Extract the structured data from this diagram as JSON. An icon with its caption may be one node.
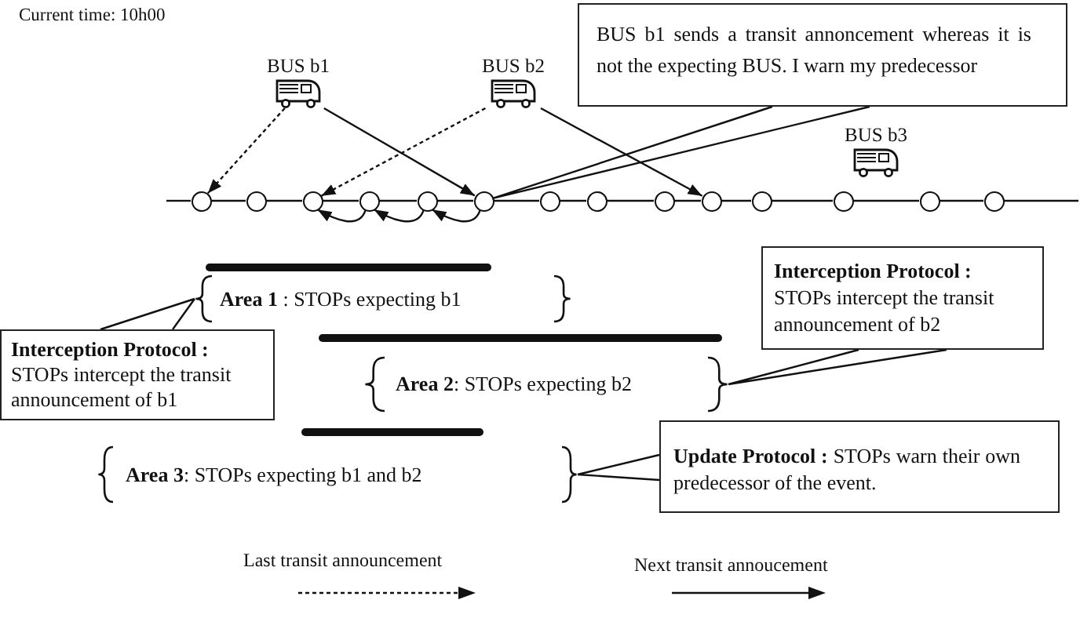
{
  "diagram": {
    "nodes": [
      {
        "text": [
          "BUS b1"
        ]
      },
      {
        "text": [
          "BUS b2"
        ]
      },
      {
        "text": [
          "BUS b1 sends a transit annoncement whereas it is not the expecting BUS. I warn my predecessor"
        ]
      },
      {
        "text": [
          "BUS b3"
        ]
      },
      {
        "text": [],
        "shape": "circle"
      },
      {
        "text": [],
        "shape": "circle"
      },
      {
        "text": [],
        "shape": "circle"
      },
      {
        "text": [],
        "shape": "circle"
      },
      {
        "text": [],
        "shape": "circle"
      },
      {
        "text": [],
        "shape": "circle"
      },
      {
        "text": [],
        "shape": "circle"
      },
      {
        "text": [],
        "shape": "circle"
      },
      {
        "text": [],
        "shape": "circle"
      },
      {
        "text": [],
        "shape": "circle"
      },
      {
        "text": [],
        "shape": "circle"
      },
      {
        "text": [],
        "shape": "circle"
      },
      {
        "text": [],
        "shape": "circle"
      },
      {
        "text": [],
        "shape": "circle"
      },
      {
        "text": [
          "**Area 1** : STOPs expecting b1"
        ]
      },
      {
        "text": [
          "Interception Protocol :",
          "STOPs intercept the transit announcement of b2"
        ]
      },
      {
        "text": [
          "Interception Protocol :",
          "STOPs intercept the transit announcement of b1"
        ]
      },
      {
        "text": [
          "**Area 2**: STOPs expecting b2"
        ]
      },
      {
        "text": [
          "**Update Protocol :** STOPs warn their own predecessor of the event."
        ]
      },
      {
        "text": [
          "**Area 3**: STOPs expecting b1 and b2"
        ]
      }
    ],
    "edges": [
      {
        "from": 0,
        "to": 4,
        "arrow": "to",
        "style": "dashed"
      },
      {
        "from": 0,
        "to": 9,
        "arrow": "to"
      },
      {
        "from": 1,
        "to": 6,
        "arrow": "to",
        "style": "dashed"
      },
      {
        "from": 1,
        "to": 13,
        "arrow": "to"
      },
      {
        "from": null,
        "to": 4,
        "arrow": "none"
      },
      {
        "from": 4,
        "to": 5,
        "arrow": "none"
      },
      {
        "from": 5,
        "to": 6,
        "arrow": "none"
      },
      {
        "from": 6,
        "to": 7,
        "arrow": "none"
      },
      {
        "from": 7,
        "to": 8,
        "arrow": "none"
      },
      {
        "from": 8,
        "to": 9,
        "arrow": "none"
      },
      {
        "from": 9,
        "to": 10,
        "arrow": "none"
      },
      {
        "from": 10,
        "to": 11,
        "arrow": "none"
      },
      {
        "from": 11,
        "to": 12,
        "arrow": "none"
      },
      {
        "from": 12,
        "to": 13,
        "arrow": "none"
      },
      {
        "from": 13,
        "to": 14,
        "arrow": "none"
      },
      {
        "from": 14,
        "to": 15,
        "arrow": "none"
      },
      {
        "from": 15,
        "to": 16,
        "arrow": "none"
      },
      {
        "from": 16,
        "to": 17,
        "arrow": "none"
      },
      {
        "from": 17,
        "to": null,
        "arrow": "none"
      },
      {
        "from": 7,
        "to": 6,
        "arrow": "to"
      },
      {
        "from": 8,
        "to": 7,
        "arrow": "to"
      },
      {
        "from": 9,
        "to": 8,
        "arrow": "to"
      },
      {
        "from": 2,
        "to": 9,
        "arrow": "none"
      },
      {
        "from": 20,
        "to": 18,
        "arrow": "none"
      },
      {
        "from": 19,
        "to": 21,
        "arrow": "none"
      },
      {
        "from": 22,
        "to": 23,
        "arrow": "none"
      }
    ],
    "labels": [
      "Current time: 10h00"
    ],
    "legend": [
      {
        "text": "Last transit announcement"
      },
      {
        "text": "Next transit annoucement"
      }
    ]
  }
}
